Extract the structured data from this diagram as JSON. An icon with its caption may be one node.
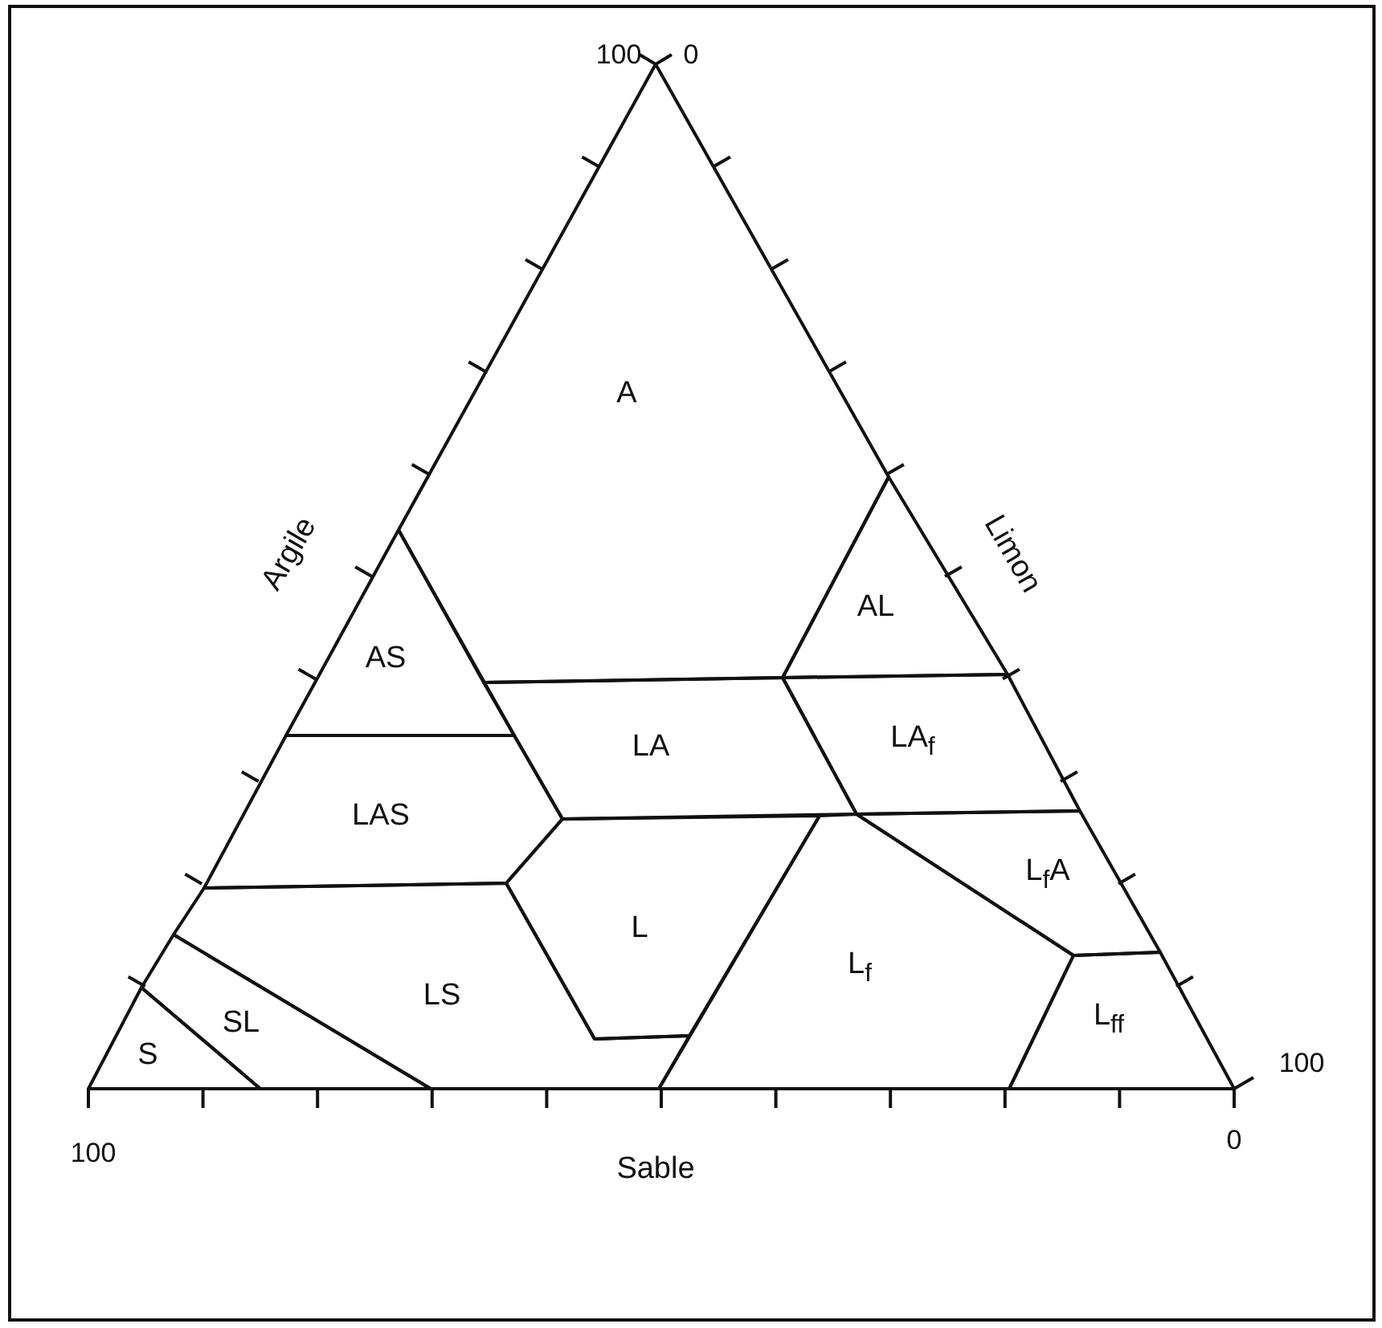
{
  "diagram": {
    "nodes": [
      {
        "text": [
          "A"
        ]
      },
      {
        "text": [
          "AL"
        ]
      },
      {
        "text": [
          "AS"
        ]
      },
      {
        "text": [
          "LA"
        ]
      },
      {
        "text": [
          "LA$_{f}$"
        ]
      },
      {
        "text": [
          "LAS"
        ]
      },
      {
        "text": [
          "L$_{f}$A"
        ]
      },
      {
        "text": [
          "L"
        ]
      },
      {
        "text": [
          "L$_{f}$"
        ]
      },
      {
        "text": [
          "LS"
        ]
      },
      {
        "text": [
          "SL"
        ]
      },
      {
        "text": [
          "S"
        ]
      },
      {
        "text": [
          "L$_{ff}$"
        ]
      }
    ],
    "labels": [
      "100",
      "0",
      "Argile",
      "Limon",
      "100",
      "0",
      "100",
      "Sable"
    ]
  }
}
